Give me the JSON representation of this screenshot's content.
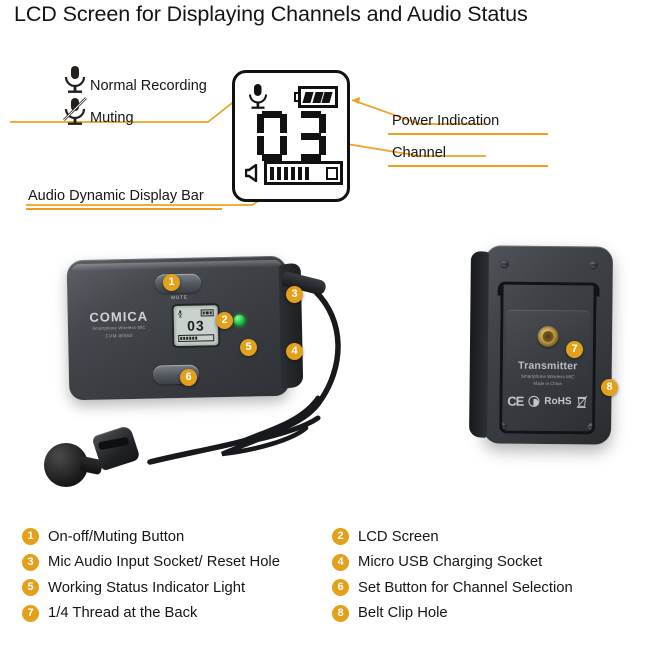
{
  "title": "LCD Screen for Displaying Channels and Audio Status",
  "lcd": {
    "channel_value": "03",
    "mic_icon": "microphone-icon",
    "battery_icon": "battery-icon",
    "battery_bars": 3,
    "speaker_icon": "speaker-icon",
    "audio_bars": 6,
    "status_legend": [
      {
        "icon": "microphone-icon",
        "label": "Normal Recording"
      },
      {
        "icon": "microphone-muted-icon",
        "label": "Muting"
      }
    ],
    "callouts": [
      {
        "label": "Power Indication"
      },
      {
        "label": "Channel"
      },
      {
        "label": "Audio Dynamic Display Bar"
      }
    ]
  },
  "device_front": {
    "brand": "COMICA",
    "brand_sub": "Smartphone Wireless MIC",
    "model": "CVM-WS50",
    "mute_label": "MUTE",
    "mini_screen": {
      "channel_value": "03"
    },
    "markers": [
      "1",
      "2",
      "3",
      "4",
      "5",
      "6"
    ]
  },
  "device_back": {
    "title": "Transmitter",
    "subtitle": "Smartphone Wireless MIC",
    "origin": "Made in China",
    "certs": [
      "CE",
      "c-mark",
      "RoHS",
      "weee-bin-icon"
    ],
    "markers": [
      "7",
      "8"
    ]
  },
  "legend": {
    "rows": [
      {
        "left": {
          "num": "1",
          "label": "On-off/Muting Button"
        },
        "right": {
          "num": "2",
          "label": "LCD Screen"
        }
      },
      {
        "left": {
          "num": "3",
          "label": "Mic Audio Input Socket/ Reset Hole"
        },
        "right": {
          "num": "4",
          "label": "Micro USB Charging Socket"
        }
      },
      {
        "left": {
          "num": "5",
          "label": "Working Status Indicator Light"
        },
        "right": {
          "num": "6",
          "label": "Set Button for Channel Selection"
        }
      },
      {
        "left": {
          "num": "7",
          "label": "1/4 Thread at the Back"
        },
        "right": {
          "num": "8",
          "label": "Belt Clip Hole"
        }
      }
    ]
  },
  "colors": {
    "accent": "#E3A01B",
    "leader_line": "#F0A01E",
    "text": "#161616",
    "lcd_outline": "#111111"
  }
}
